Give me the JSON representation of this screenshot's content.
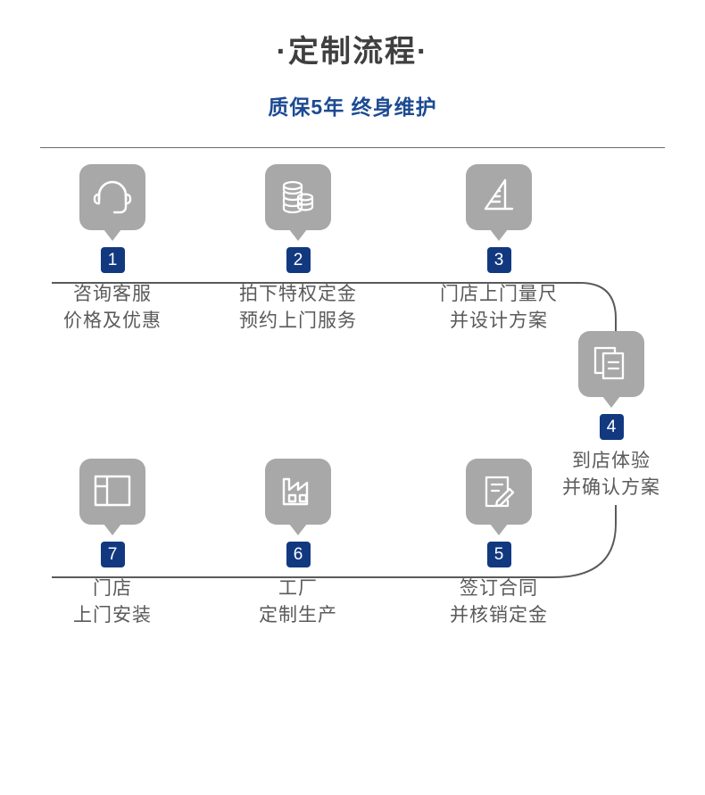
{
  "header": {
    "title": "·定制流程·",
    "subtitle": "质保5年  终身维护"
  },
  "colors": {
    "title": "#3f3f3f",
    "subtitle_blue": "#1c4a92",
    "badge_blue": "#12397f",
    "icon_gray": "#a8a8a8",
    "line_gray": "#6b6b6b",
    "caption_gray": "#5a5a5a",
    "background": "#ffffff"
  },
  "steps": [
    {
      "number": "1",
      "icon": "headset-icon",
      "line1": "咨询客服",
      "line2": "价格及优惠"
    },
    {
      "number": "2",
      "icon": "coins-icon",
      "line1": "拍下特权定金",
      "line2": "预约上门服务"
    },
    {
      "number": "3",
      "icon": "ruler-icon",
      "line1": "门店上门量尺",
      "line2": "并设计方案"
    },
    {
      "number": "4",
      "icon": "documents-icon",
      "line1": "到店体验",
      "line2": "并确认方案"
    },
    {
      "number": "5",
      "icon": "contract-pen-icon",
      "line1": "签订合同",
      "line2": "并核销定金"
    },
    {
      "number": "6",
      "icon": "factory-icon",
      "line1": "工厂",
      "line2": "定制生产"
    },
    {
      "number": "7",
      "icon": "cabinet-icon",
      "line1": "门店",
      "line2": "上门安装"
    }
  ]
}
